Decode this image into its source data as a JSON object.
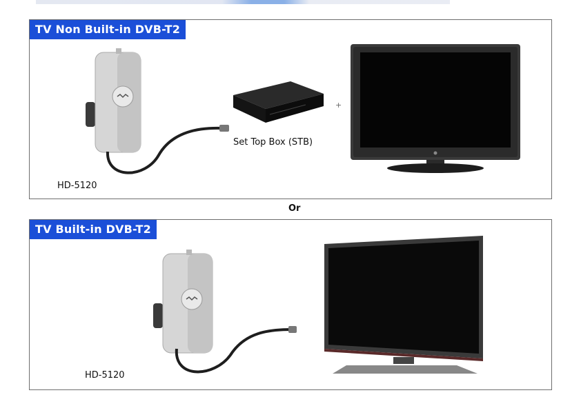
{
  "panels": [
    {
      "title": "TV Non Built-in DVB-T2",
      "antenna_label": "HD-5120",
      "stb_label": "Set Top Box (STB)",
      "plus": "+"
    },
    {
      "title": "TV Built-in DVB-T2",
      "antenna_label": "HD-5120"
    }
  ],
  "separator": "Or",
  "colors": {
    "tag_blue": "#1b4fd8",
    "border": "#6d6d6d",
    "antenna": "#d8d8d8",
    "tv_bezel": "#2b2b2b"
  }
}
